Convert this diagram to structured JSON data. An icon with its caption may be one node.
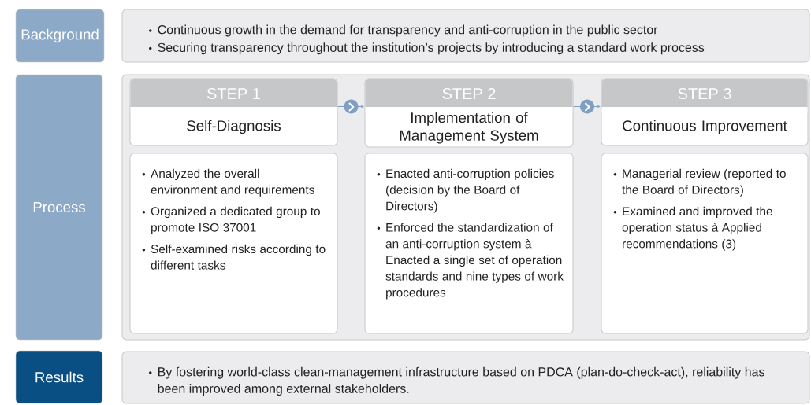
{
  "diagram": {
    "nodes": [
      {
        "text": [
          "Background"
        ]
      },
      {
        "text": [
          "Continuous growth in the demand for transparency and anti-corruption in the public sector",
          "Securing transparency throughout the institution’s projects by introducing a standard work process"
        ]
      },
      {
        "text": [
          "Process"
        ]
      },
      {
        "text": [],
        "shape": "box"
      },
      {
        "text": [
          "STEP 1",
          "Self-Diagnosis"
        ],
        "in": 3
      },
      {
        "text": [
          "Analyzed the overall environment and requirements",
          "Organized a dedicated group to promote ISO 37001",
          "Self-examined risks according to different tasks"
        ],
        "in": 3
      },
      {
        "text": [
          "STEP 2",
          "Implementation of Management System"
        ],
        "in": 3
      },
      {
        "text": [
          "Enacted anti-corruption policies (decision by the Board of Directors)",
          "Enforced the standardization of an anti-corruption system à Enacted a single set of operation standards and nine types of work procedures"
        ],
        "in": 3
      },
      {
        "text": [
          "STEP 3",
          "Continuous Improvement"
        ],
        "in": 3
      },
      {
        "text": [
          "Managerial review (reported to the Board of Directors)",
          "Examined and improved the operation status à Applied recommendations (3)"
        ],
        "in": 3
      },
      {
        "text": [
          "Results"
        ]
      },
      {
        "text": [
          "By fostering world-class clean-management infrastructure based on PDCA (plan-do-check-act), reliability has been improved among external stakeholders."
        ]
      }
    ],
    "edges": [
      {
        "from": 4,
        "to": 6,
        "arrow": "to"
      },
      {
        "from": 6,
        "to": 8,
        "arrow": "to"
      }
    ]
  }
}
